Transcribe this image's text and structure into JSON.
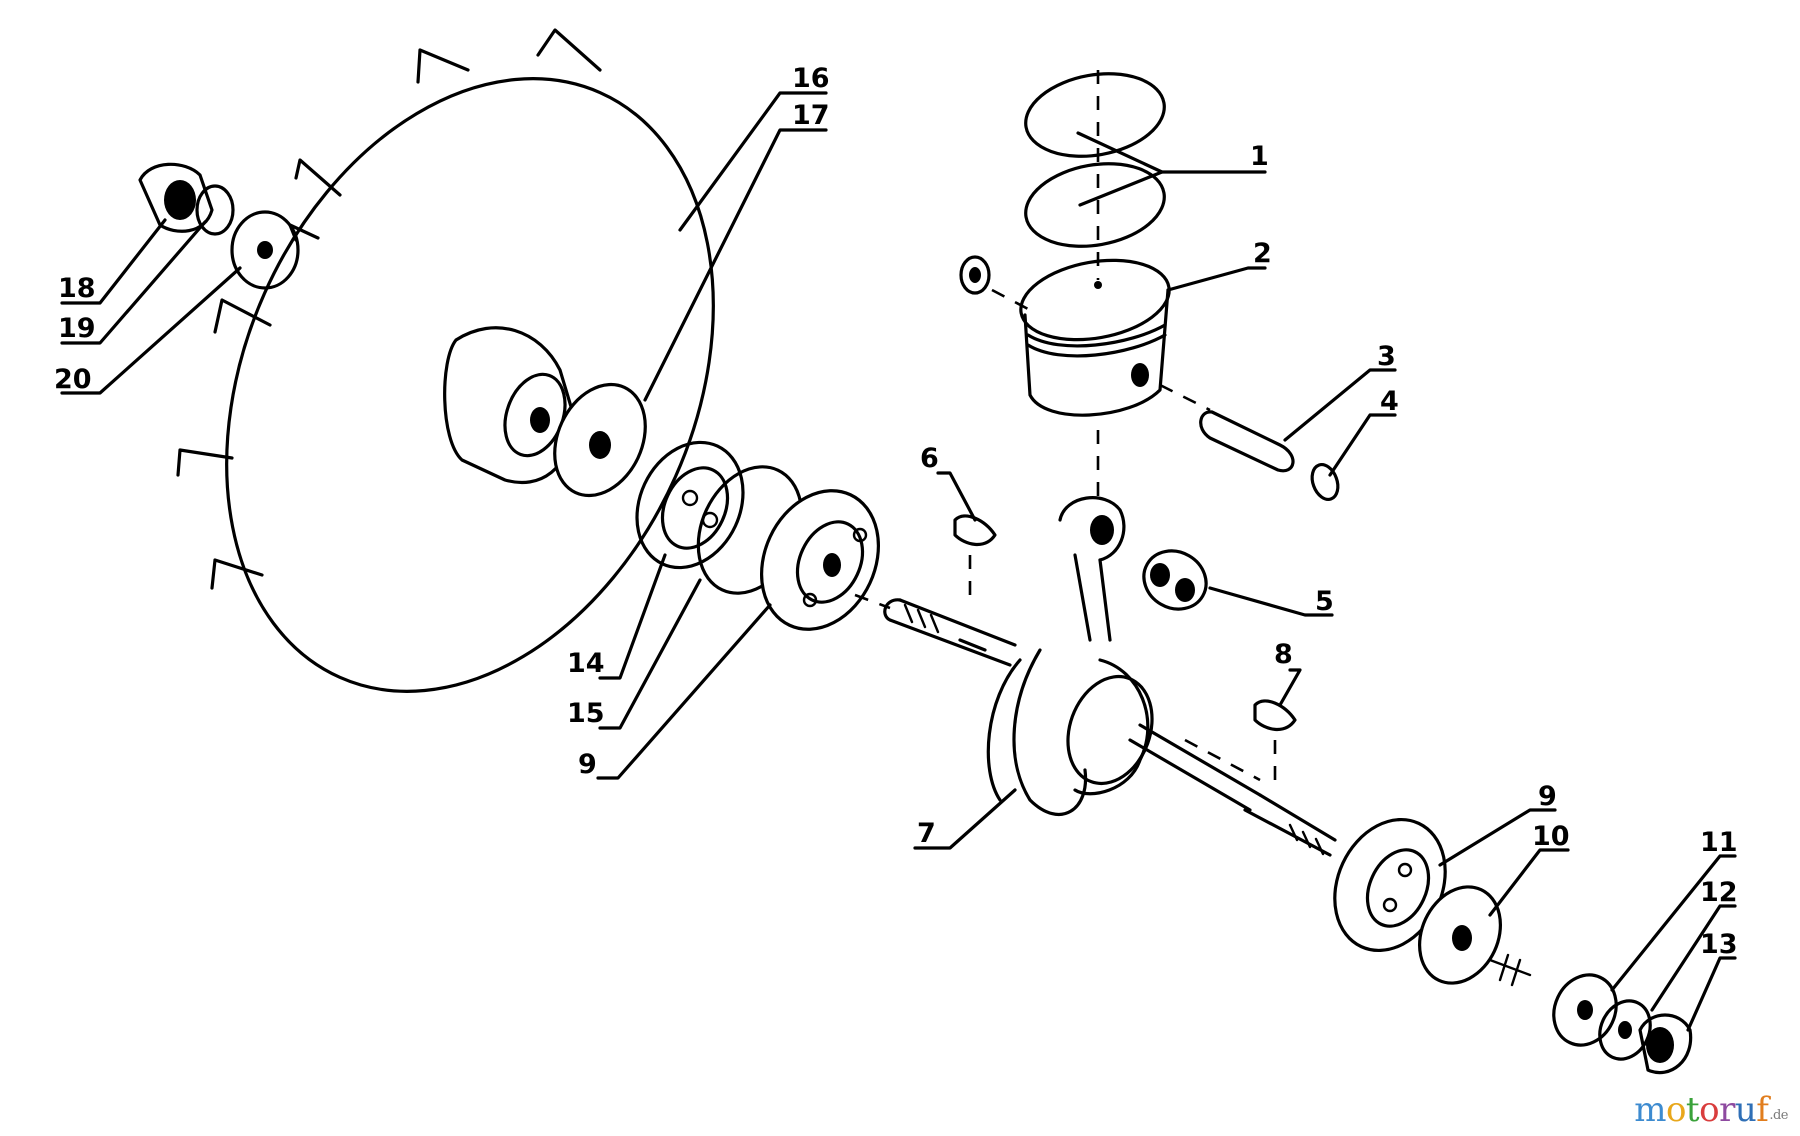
{
  "watermark": {
    "letters": [
      {
        "char": "m",
        "color": "#3d8bd0"
      },
      {
        "char": "o",
        "color": "#e8a71b"
      },
      {
        "char": "t",
        "color": "#3aa23a"
      },
      {
        "char": "o",
        "color": "#d93d3d"
      },
      {
        "char": "r",
        "color": "#8e4aa0"
      },
      {
        "char": "u",
        "color": "#2f6fb6"
      },
      {
        "char": "f",
        "color": "#e17d1d"
      }
    ],
    "tld": ".de"
  },
  "labels": [
    {
      "id": "1",
      "text": "1"
    },
    {
      "id": "2",
      "text": "2"
    },
    {
      "id": "3",
      "text": "3"
    },
    {
      "id": "4",
      "text": "4"
    },
    {
      "id": "5",
      "text": "5"
    },
    {
      "id": "6",
      "text": "6"
    },
    {
      "id": "7",
      "text": "7"
    },
    {
      "id": "8",
      "text": "8"
    },
    {
      "id": "9a",
      "text": "9"
    },
    {
      "id": "9b",
      "text": "9"
    },
    {
      "id": "10",
      "text": "10"
    },
    {
      "id": "11",
      "text": "11"
    },
    {
      "id": "12",
      "text": "12"
    },
    {
      "id": "13",
      "text": "13"
    },
    {
      "id": "14",
      "text": "14"
    },
    {
      "id": "15",
      "text": "15"
    },
    {
      "id": "16",
      "text": "16"
    },
    {
      "id": "17",
      "text": "17"
    },
    {
      "id": "18",
      "text": "18"
    },
    {
      "id": "19",
      "text": "19"
    },
    {
      "id": "20",
      "text": "20"
    }
  ]
}
